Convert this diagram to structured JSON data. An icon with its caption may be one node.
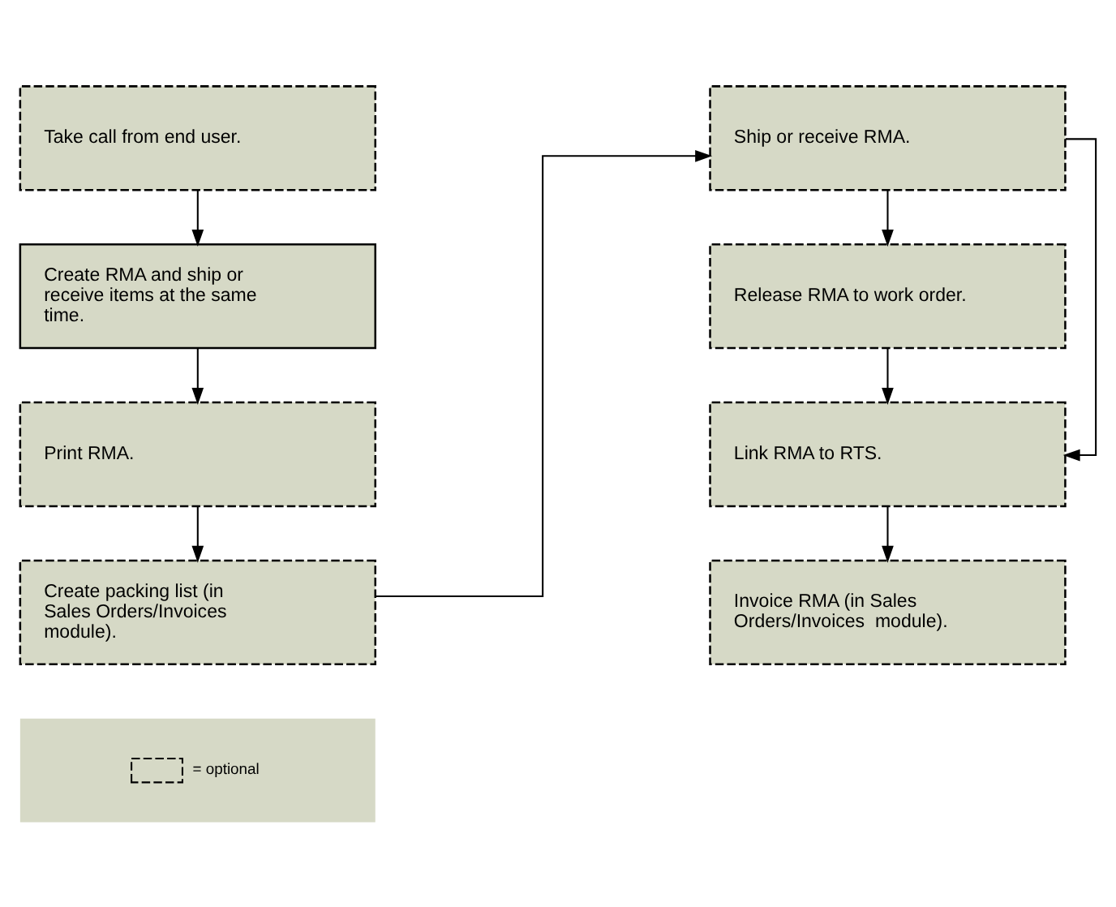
{
  "diagram": {
    "nodes": [
      {
        "text": [
          "Take call from end user."
        ]
      },
      {
        "text": [
          "Create RMA and ship or receive items at the same time."
        ]
      },
      {
        "text": [
          "Print RMA."
        ]
      },
      {
        "text": [
          "Create packing list (in Sales Orders/Invoices module)."
        ]
      },
      {
        "text": [
          "Ship or receive RMA."
        ]
      },
      {
        "text": [
          "Release RMA to work order."
        ]
      },
      {
        "text": [
          "Link RMA to RTS."
        ]
      },
      {
        "text": [
          "Invoice RMA (in Sales Orders/Invoices  module)."
        ]
      }
    ],
    "edges": [
      {
        "from": 0,
        "to": 1,
        "arrow": "to"
      },
      {
        "from": 1,
        "to": 2,
        "arrow": "to"
      },
      {
        "from": 2,
        "to": 3,
        "arrow": "to"
      },
      {
        "from": 3,
        "to": 4,
        "arrow": "to"
      },
      {
        "from": 4,
        "to": 5,
        "arrow": "to"
      },
      {
        "from": 5,
        "to": 6,
        "arrow": "to"
      },
      {
        "from": 4,
        "to": 6,
        "arrow": "to"
      },
      {
        "from": 6,
        "to": 7,
        "arrow": "to"
      }
    ],
    "legend": [
      {
        "text": "= optional"
      }
    ]
  }
}
